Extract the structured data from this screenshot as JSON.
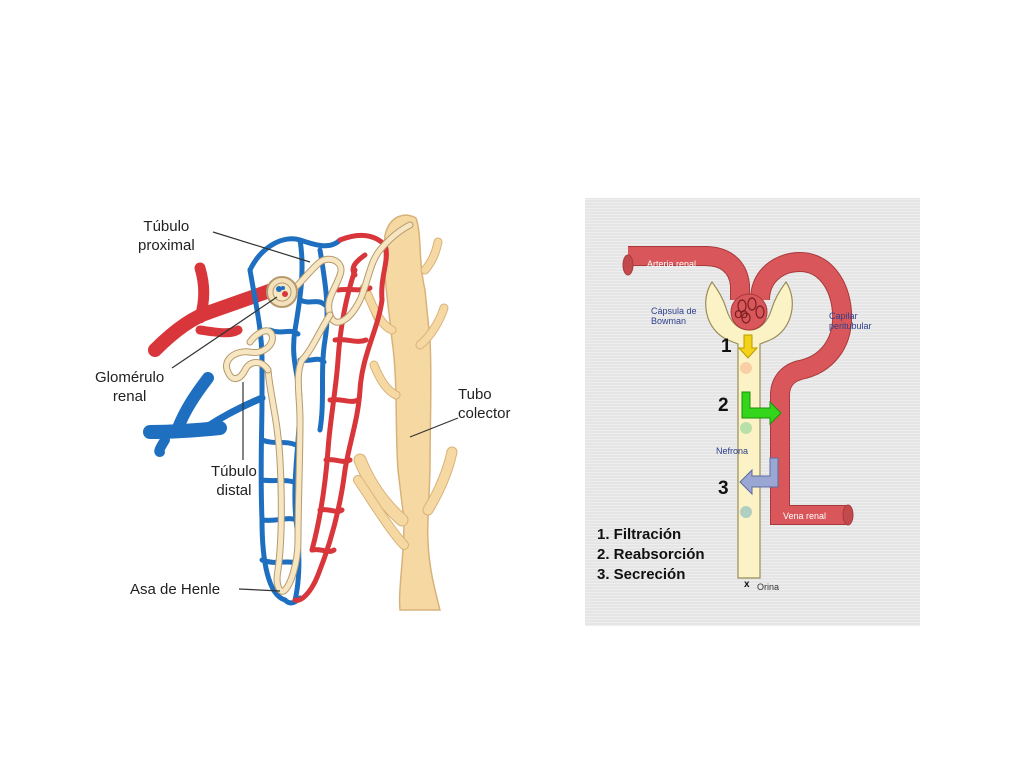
{
  "left_diagram": {
    "labels": {
      "tubulo_proximal": "Túbulo\nproximal",
      "glomerulo_renal": "Glomérulo\nrenal",
      "tubulo_distal": "Túbulo\ndistal",
      "asa_de_henle": "Asa de Henle",
      "tubo_colector": "Tubo\ncolector"
    }
  },
  "right_diagram": {
    "labels": {
      "arteria_renal": "Arteria renal",
      "capsula_bowman": "Cápsula de\nBowman",
      "capilar_peritubular": "Capilar\nperitubular",
      "nefrona": "Nefrona",
      "vena_renal": "Vena renal",
      "orina_marker": "x",
      "orina": "Orina"
    },
    "step_numbers": [
      "1",
      "2",
      "3"
    ],
    "legend": [
      "1. Filtración",
      "2. Reabsorción",
      "3. Secreción"
    ],
    "colors": {
      "vessel_red": "#d9575a",
      "tubule_cream": "#fbf3c6",
      "filtration_arrow": "#f5d21a",
      "reabsorption_arrow": "#33d61a",
      "secretion_arrow": "#9aa7d3",
      "panel_gray": "#e5e5e5"
    }
  },
  "colors": {
    "artery_red": "#d8363a",
    "vein_blue": "#1e6fc0",
    "tubule_beige": "#f7dfae",
    "collector_fill": "#f6d9a2"
  }
}
